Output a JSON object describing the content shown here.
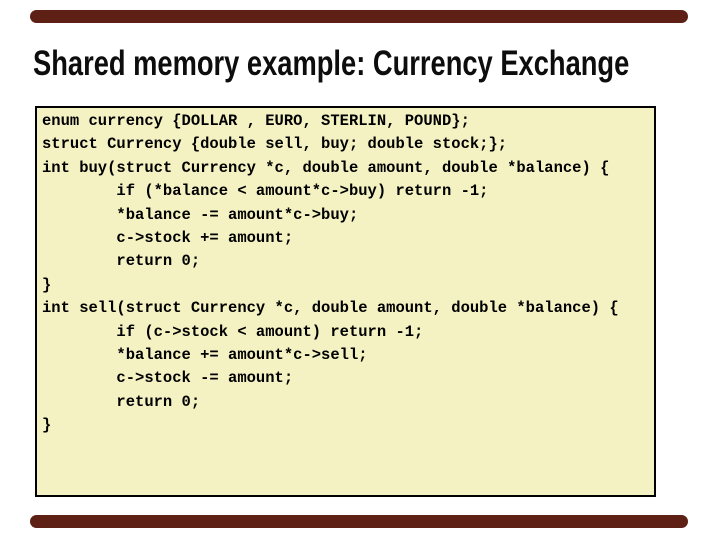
{
  "slide": {
    "title": "Shared memory example: Currency Exchange",
    "accent_bar_color": "#5E2014",
    "code_panel": {
      "background_color": "#F4F2C2",
      "border_color": "#000000",
      "code_lines": [
        "enum currency {DOLLAR , EURO, STERLIN, POUND};",
        "struct Currency {double sell, buy; double stock;};",
        "int buy(struct Currency *c, double amount, double *balance) {",
        "        if (*balance < amount*c->buy) return -1;",
        "        *balance -= amount*c->buy;",
        "        c->stock += amount;",
        "        return 0;",
        "}",
        "int sell(struct Currency *c, double amount, double *balance) {",
        "        if (c->stock < amount) return -1;",
        "        *balance += amount*c->sell;",
        "        c->stock -= amount;",
        "        return 0;",
        "}"
      ]
    }
  }
}
